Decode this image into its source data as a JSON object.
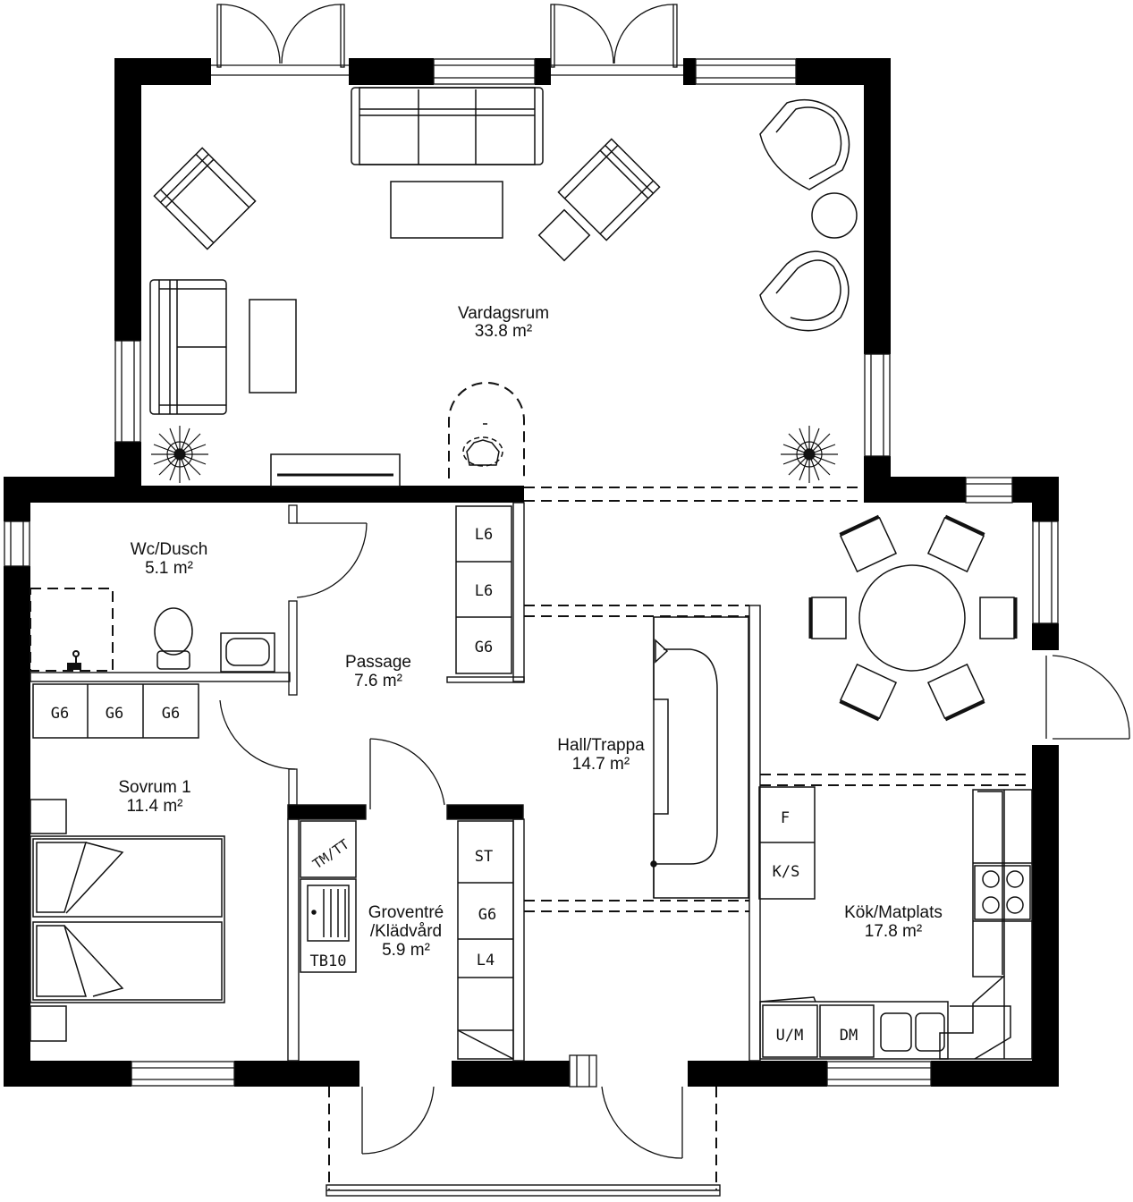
{
  "rooms": {
    "vardagsrum": {
      "name": "Vardagsrum",
      "area": "33.8 m²"
    },
    "wc": {
      "name": "Wc/Dusch",
      "area": "5.1 m²"
    },
    "passage": {
      "name": "Passage",
      "area": "7.6 m²"
    },
    "hall": {
      "name": "Hall/Trappa",
      "area": "14.7 m²"
    },
    "sovrum": {
      "name": "Sovrum 1",
      "area": "11.4 m²"
    },
    "groventre": {
      "name1": "Groventré",
      "name2": "/Klädvård",
      "area": "5.9 m²"
    },
    "kok": {
      "name": "Kök/Matplats",
      "area": "17.8 m²"
    }
  },
  "storage": {
    "passage_l6a": "L6",
    "passage_l6b": "L6",
    "passage_g6": "G6",
    "wc_g6_1": "G6",
    "wc_g6_2": "G6",
    "wc_g6_3": "G6",
    "grov_st": "ST",
    "grov_g6": "G6",
    "grov_l4": "L4",
    "tmtt": "TM/TT",
    "tb10": "TB10"
  },
  "appliances": {
    "fridge": "F",
    "freezer": "K/S",
    "oven": "U/M",
    "dishwasher": "DM"
  },
  "colors": {
    "wall": "#000000",
    "line": "#111111",
    "background": "#ffffff"
  }
}
